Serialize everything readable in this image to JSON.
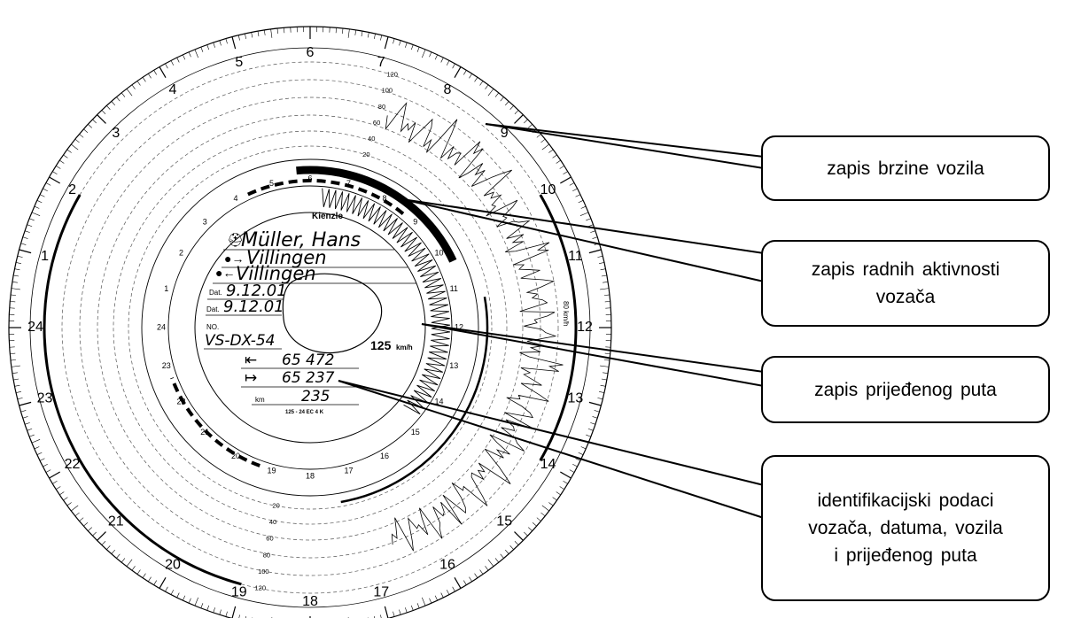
{
  "disc": {
    "brand": "Kienzle",
    "driver_name": "Müller, Hans",
    "start_place": "Villingen",
    "end_place": "Villingen",
    "date_label": "Dat.",
    "date_start": "9.12.01",
    "date_end": "9.12.01",
    "no_label": "NO.",
    "vehicle_reg": "VS-DX-54",
    "speed_max": "125",
    "speed_unit": "km/h",
    "odo_end": "65 472",
    "odo_start": "65 237",
    "km_label": "km",
    "distance": "235",
    "model_code": "125 - 24 EC 4 K",
    "hour_labels": [
      "1",
      "2",
      "3",
      "4",
      "5",
      "6",
      "7",
      "8",
      "9",
      "10",
      "11",
      "12",
      "13",
      "14",
      "15",
      "16",
      "17",
      "18",
      "19",
      "20",
      "21",
      "22",
      "23",
      "24"
    ],
    "minor_hour_labels": [
      "1",
      "2",
      "3",
      "4",
      "5",
      "6",
      "7",
      "8",
      "9",
      "10",
      "11",
      "12",
      "13",
      "14",
      "15",
      "16",
      "17",
      "18",
      "19",
      "20",
      "21",
      "22",
      "23",
      "24"
    ],
    "speed_ring_labels": [
      "20",
      "40",
      "60",
      "80",
      "100",
      "120"
    ],
    "ring_speed_unit": "80 km/h"
  },
  "callouts": [
    {
      "id": "speed",
      "text": "zapis brzine vozila"
    },
    {
      "id": "activity",
      "text": "zapis radnih aktivnosti\nvozača"
    },
    {
      "id": "distance",
      "text": "zapis prijeđenog puta"
    },
    {
      "id": "identification",
      "text": "identifikacijski podaci\nvozača, datuma, vozila\ni prijeđenog puta"
    }
  ]
}
